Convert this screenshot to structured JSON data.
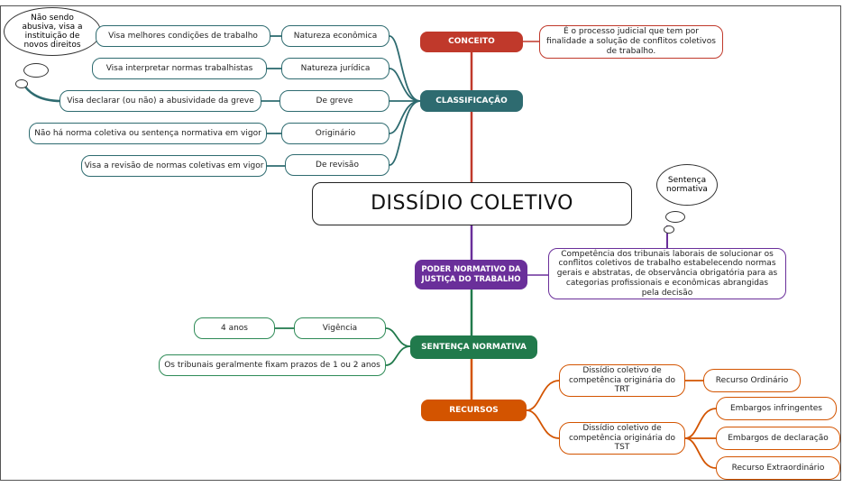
{
  "title": "DISSÍDIO COLETIVO",
  "conceito": {
    "label": "CONCEITO",
    "text": "É o processo judicial que tem por finalidade a solução de conflitos coletivos de trabalho."
  },
  "classificacao": {
    "label": "CLASSIFICAÇÃO",
    "items": [
      {
        "type": "Natureza econômica",
        "desc": "Visa melhores condições de trabalho"
      },
      {
        "type": "Natureza jurídica",
        "desc": "Visa interpretar normas trabalhistas"
      },
      {
        "type": "De greve",
        "desc": "Visa declarar (ou não) a abusividade da greve"
      },
      {
        "type": "Originário",
        "desc": "Não há norma coletiva ou sentença normativa em vigor"
      },
      {
        "type": "De revisão",
        "desc": "Visa a revisão de normas coletivas em vigor"
      }
    ],
    "note": "Não sendo abusiva, visa a instituição de novos direitos"
  },
  "poder": {
    "label": "PODER NORMATIVO DA JUSTIÇA DO TRABALHO",
    "text": "Competência dos tribunais laborais de solucionar os conflitos coletivos de trabalho estabelecendo normas gerais e abstratas, de observância obrigatória para as categorias profissionais e econômicas abrangidas pela decisão",
    "note": "Sentença normativa"
  },
  "sentenca": {
    "label": "SENTENÇA NORMATIVA",
    "vigencia": "Vigência",
    "vigencia_value": "4 anos",
    "prazos": "Os tribunais geralmente fixam prazos de 1 ou 2 anos"
  },
  "recursos": {
    "label": "RECURSOS",
    "trt": "Dissídio coletivo de competência originária do TRT",
    "trt_recurso": "Recurso Ordinário",
    "tst": "Dissídio coletivo de competência originária do TST",
    "tst_recursos": [
      "Embargos infringentes",
      "Embargos de declaração",
      "Recurso Extraordinário"
    ]
  },
  "colors": {
    "conceito": "#c0392b",
    "classificacao": "#2e6b70",
    "poder": "#6a2f9a",
    "sentenca": "#217a4c",
    "recursos": "#d35400"
  }
}
